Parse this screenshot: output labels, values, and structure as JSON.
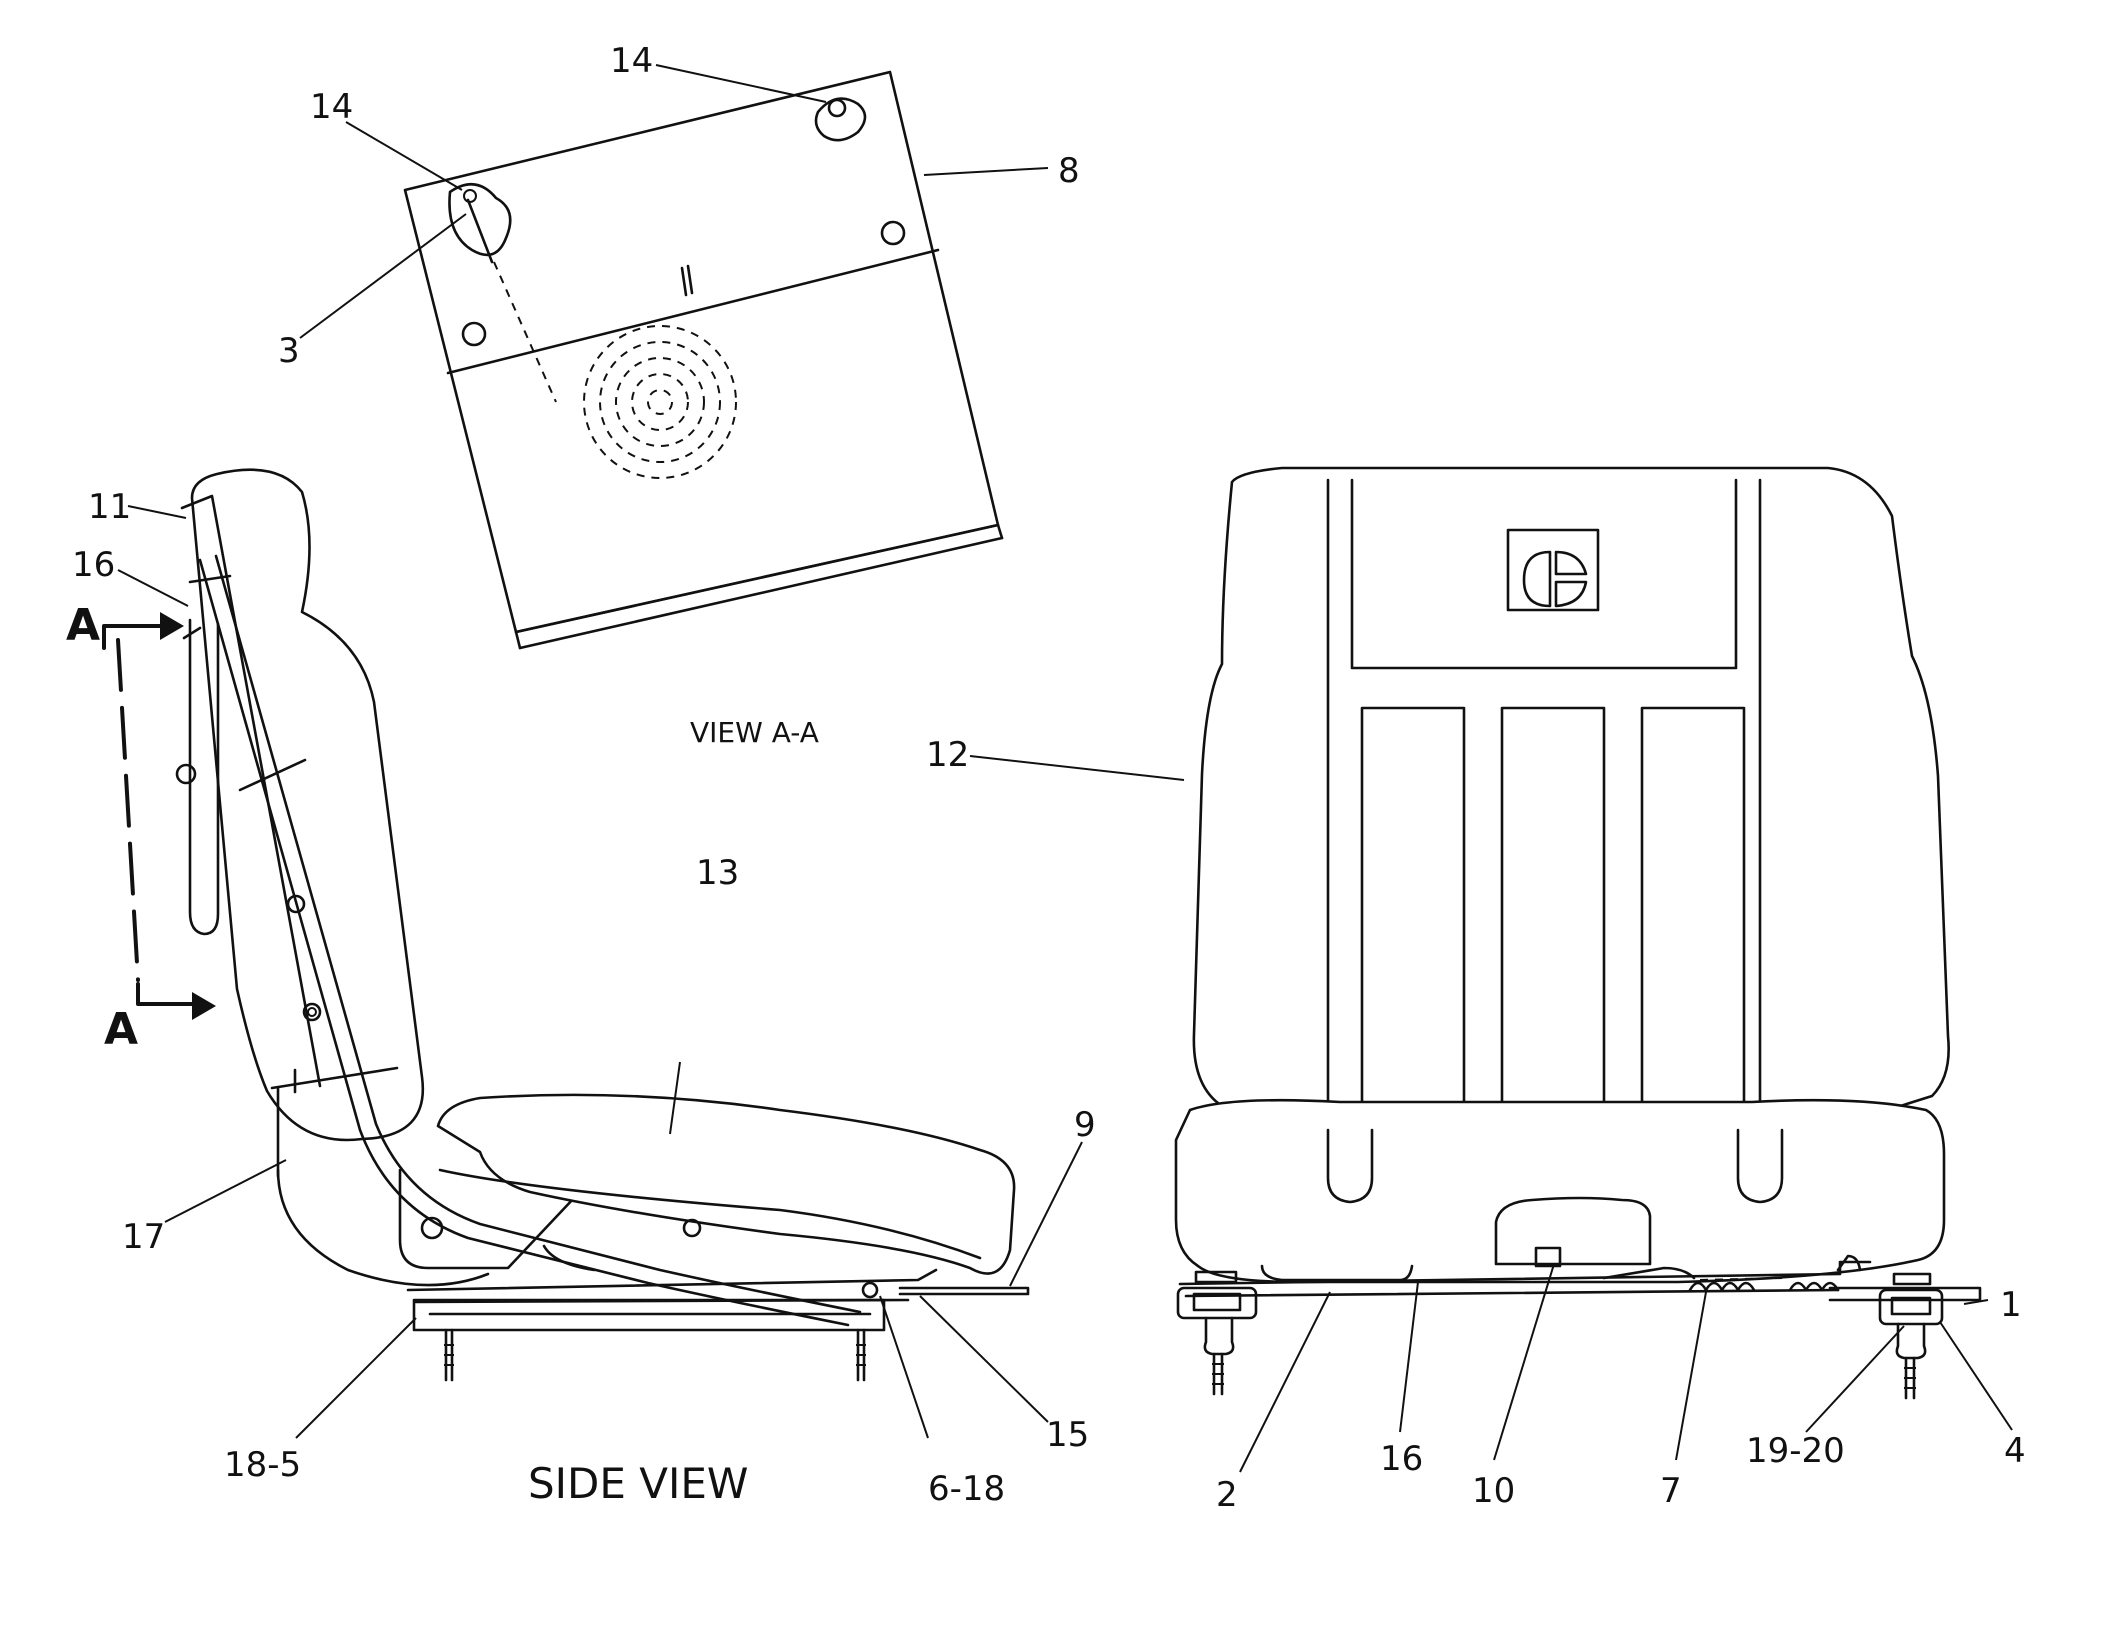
{
  "diagram": {
    "side_view_title": "SIDE VIEW",
    "view_aa_title": "VIEW A-A",
    "section_marks": [
      "A",
      "A"
    ],
    "callouts": {
      "c1": "1",
      "c2": "2",
      "c3": "3",
      "c4": "4",
      "c6_18": "6-18",
      "c7": "7",
      "c8": "8",
      "c9": "9",
      "c10": "10",
      "c11": "11",
      "c12": "12",
      "c13": "13",
      "c14a": "14",
      "c14b": "14",
      "c15": "15",
      "c16a": "16",
      "c16b": "16",
      "c17": "17",
      "c18_5": "18-5",
      "c19_20": "19-20"
    }
  }
}
